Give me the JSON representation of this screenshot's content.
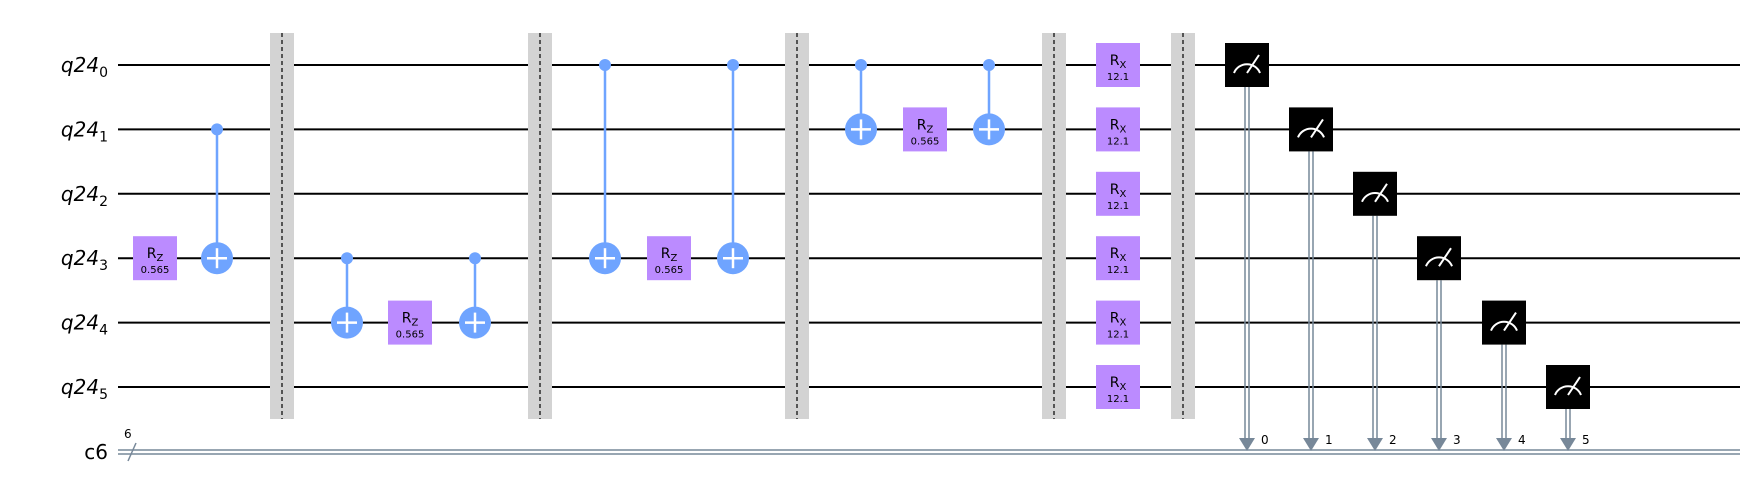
{
  "colors": {
    "wire": "#000000",
    "classical_wire": "#778899",
    "barrier_fill": "#d3d3d3",
    "rotation_gate": "#bb8bff",
    "control": "#6fa4ff",
    "measure": "#000000",
    "background": "#ffffff"
  },
  "quantum_register": {
    "name": "q24",
    "qubits": [
      "0",
      "1",
      "2",
      "3",
      "4",
      "5"
    ]
  },
  "classical_register": {
    "name": "c6",
    "size": "6"
  },
  "gates": [
    {
      "type": "rz",
      "qubit": 3,
      "col": 0,
      "label": "R",
      "sub": "Z",
      "param": "0.565"
    },
    {
      "type": "cx",
      "control": 1,
      "target": 3,
      "col": 1
    },
    {
      "type": "barrier",
      "col": 2
    },
    {
      "type": "cx",
      "control": 3,
      "target": 4,
      "col": 3
    },
    {
      "type": "rz",
      "qubit": 4,
      "col": 4,
      "label": "R",
      "sub": "Z",
      "param": "0.565"
    },
    {
      "type": "cx",
      "control": 3,
      "target": 4,
      "col": 5
    },
    {
      "type": "barrier",
      "col": 6
    },
    {
      "type": "cx",
      "control": 0,
      "target": 3,
      "col": 7
    },
    {
      "type": "rz",
      "qubit": 3,
      "col": 8,
      "label": "R",
      "sub": "Z",
      "param": "0.565"
    },
    {
      "type": "cx",
      "control": 0,
      "target": 3,
      "col": 9
    },
    {
      "type": "barrier",
      "col": 10
    },
    {
      "type": "cx",
      "control": 0,
      "target": 1,
      "col": 11
    },
    {
      "type": "rz",
      "qubit": 1,
      "col": 12,
      "label": "R",
      "sub": "Z",
      "param": "0.565"
    },
    {
      "type": "cx",
      "control": 0,
      "target": 1,
      "col": 13
    },
    {
      "type": "barrier",
      "col": 14
    },
    {
      "type": "rx",
      "qubit": 0,
      "col": 15,
      "label": "R",
      "sub": "X",
      "param": "12.1"
    },
    {
      "type": "rx",
      "qubit": 1,
      "col": 15,
      "label": "R",
      "sub": "X",
      "param": "12.1"
    },
    {
      "type": "rx",
      "qubit": 2,
      "col": 15,
      "label": "R",
      "sub": "X",
      "param": "12.1"
    },
    {
      "type": "rx",
      "qubit": 3,
      "col": 15,
      "label": "R",
      "sub": "X",
      "param": "12.1"
    },
    {
      "type": "rx",
      "qubit": 4,
      "col": 15,
      "label": "R",
      "sub": "X",
      "param": "12.1"
    },
    {
      "type": "rx",
      "qubit": 5,
      "col": 15,
      "label": "R",
      "sub": "X",
      "param": "12.1"
    },
    {
      "type": "barrier",
      "col": 16
    },
    {
      "type": "measure",
      "qubit": 0,
      "col": 17,
      "bit": "0"
    },
    {
      "type": "measure",
      "qubit": 1,
      "col": 18,
      "bit": "1"
    },
    {
      "type": "measure",
      "qubit": 2,
      "col": 19,
      "bit": "2"
    },
    {
      "type": "measure",
      "qubit": 3,
      "col": 20,
      "bit": "3"
    },
    {
      "type": "measure",
      "qubit": 4,
      "col": 21,
      "bit": "4"
    },
    {
      "type": "measure",
      "qubit": 5,
      "col": 22,
      "bit": "5"
    }
  ]
}
